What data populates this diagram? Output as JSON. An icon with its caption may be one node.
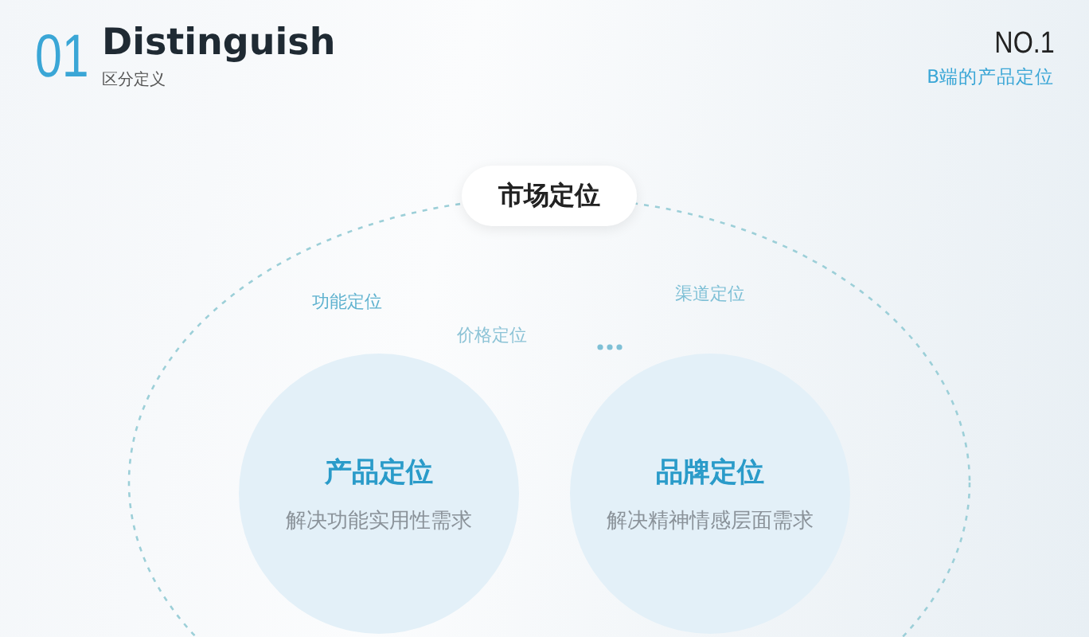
{
  "diagram": {
    "title": "Distinguish",
    "nodes": [
      {
        "text": [
          "市场定位"
        ]
      },
      {
        "text": [
          "产品定位",
          "解决功能实用性需求"
        ],
        "in": 0
      },
      {
        "text": [
          "品牌定位",
          "解决精神情感层面需求"
        ],
        "in": 0
      }
    ],
    "labels": [
      "01",
      "区分定义",
      "NO.1",
      "B端的产品定位",
      "功能定位",
      "价格定位",
      "渠道定位"
    ]
  }
}
